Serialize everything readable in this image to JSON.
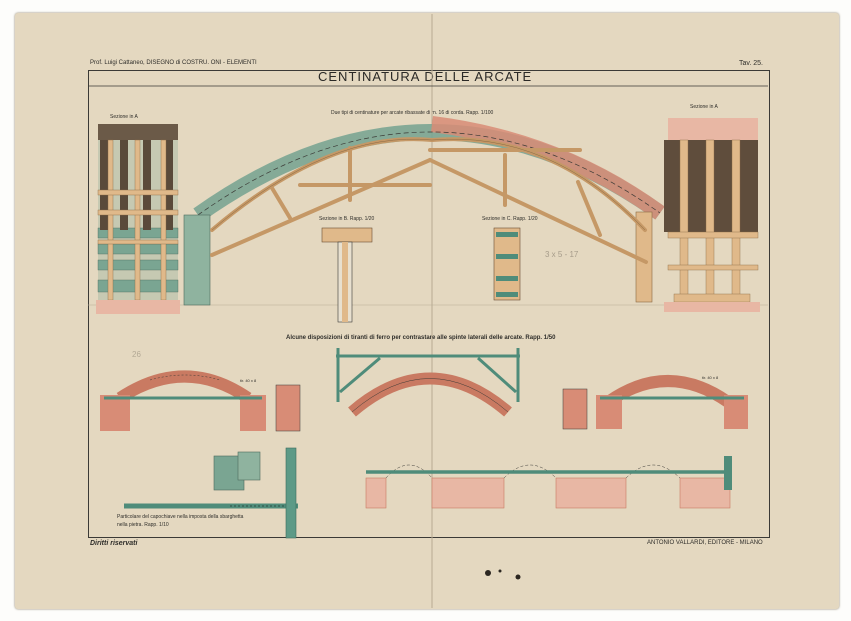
{
  "header": {
    "left": "Prof. Luigi Cattaneo, DISEGNO di COSTRU. ONI - ELEMENTI",
    "title": "CENTINATURA DELLE ARCATE",
    "plate_no": "Tav. 25."
  },
  "captions": {
    "centering_types": "Due tipi di centinature per arcate ribassate di m. 16 di corda. Rapp. 1/100",
    "section_a_left": "Sezione in A",
    "section_a_right": "Sezione in A",
    "section_b": "Sezione in B. Rapp. 1/20",
    "section_c": "Sezione in C. Rapp. 1/20",
    "tie_rods": "Alcune disposizioni di tiranti di ferro per contrastare alle spinte laterali delle arcate. Rapp. 1/50",
    "anchor_detail_line1": "Particolare del capochiave nella imposta della sbarghetta",
    "anchor_detail_line2": "nella pietra. Rapp. 1/10"
  },
  "annotations": {
    "pencil_note": "3 x 5 - 17",
    "tie_label_left": "tir. 40 x 8",
    "tie_label_right": "tir. 40 x 8",
    "pencil_corner": "26"
  },
  "footer": {
    "rights": "Diritti riservati",
    "publisher": "ANTONIO VALLARDI, EDITORE - MILANO"
  },
  "colors": {
    "board": "#e4d8c0",
    "ink": "#3b3a36",
    "stone_green": "#7aa592",
    "timber": "#e0b98a",
    "brick": "#d88c76",
    "brick_wash": "#e8b7a4",
    "iron_teal": "#4f8c7a"
  }
}
